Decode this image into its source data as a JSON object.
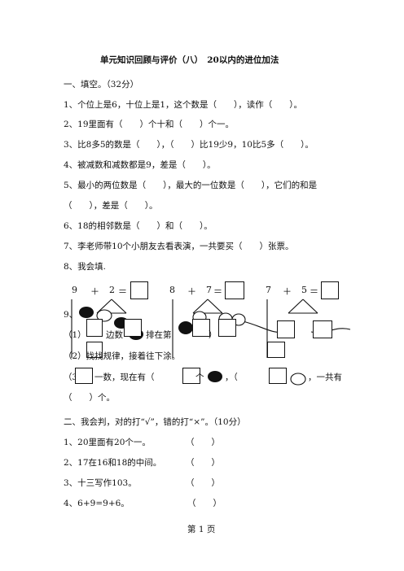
{
  "title": "单元知识回顾与评价（八）　20以内的进位加法",
  "section1": {
    "heading": "一、填空。（32分）",
    "q1": "1、个位上是6，十位上是1，这个数是（　　），读作（　　）。",
    "q2": "2、19里面有（　　）个十和（　　）个一。",
    "q3": "3、比8多5的数是（　　），（　　）比19少9，10比5多（　　）。",
    "q4": "4、被减数和减数都是9，差是（　　）。",
    "q5a": "5、最小的两位数是（　　），最大的一位数是（　　），它们的和是",
    "q5b": "（　　），差是（　　）。",
    "q6": "6、18的相邻数是（　　）和（　　）。",
    "q7": "7、李老师带10个小朋友去看表演，一共要买（　　）张票。",
    "q8": "8、我会填.",
    "eq1": {
      "a": "9",
      "op": "＋",
      "b": "2",
      "eq": "＝"
    },
    "eq2": {
      "a": "8",
      "op": "＋",
      "b": "7",
      "eq": "＝"
    },
    "eq3": {
      "a": "7",
      "op": "＋",
      "b": "5",
      "eq": "＝"
    },
    "q9": "9、",
    "q9_1a": "（1）",
    "q9_1b": "边数",
    "q9_1c": "排在第",
    "q9_1d": "）",
    "q9_2": "（2）找找规律，接着往下涂。",
    "q9_3a": "（3",
    "q9_3b": "一数，现在有（",
    "q9_3c": "个",
    "q9_3d": "，（",
    "q9_3e": "，一共有",
    "q9_3f": "（　　）个。"
  },
  "section2": {
    "heading": "二、我会判，对的打“√”，错的打“×”。（10分）",
    "items": [
      {
        "text": "1、20里面有20个一。",
        "mark": "（　　）"
      },
      {
        "text": "2、17在16和18的中间。",
        "mark": "（　　）"
      },
      {
        "text": "3、十三写作103。",
        "mark": "（　　）"
      },
      {
        "text": "4、6+9=9+6。",
        "mark": "（　　）"
      }
    ]
  },
  "footer": "第 1 页"
}
